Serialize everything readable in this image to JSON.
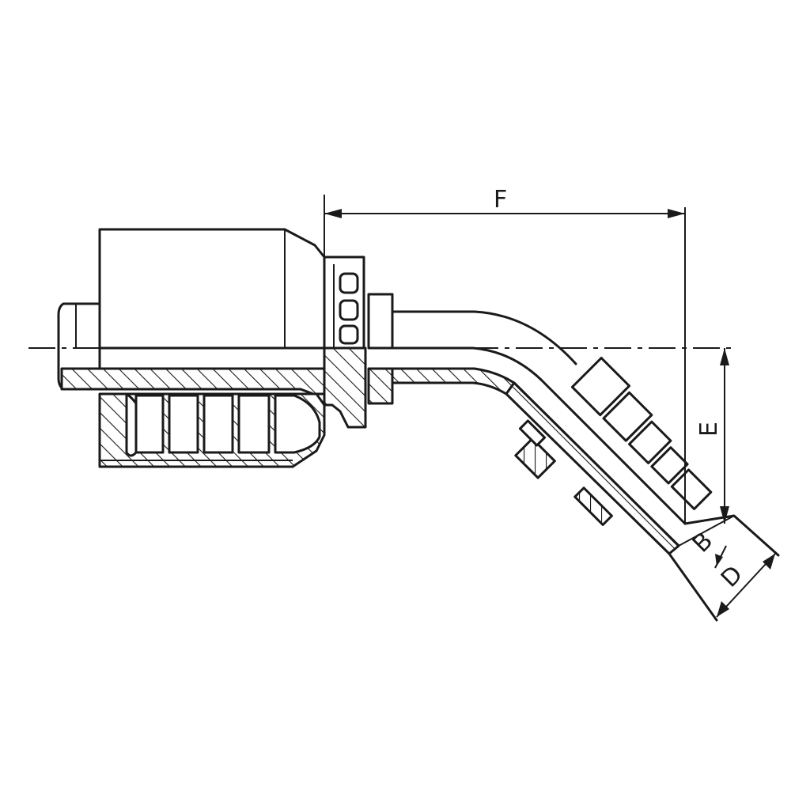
{
  "dimensions": {
    "F": "F",
    "E": "E",
    "B": "B",
    "D": "D"
  },
  "colors": {
    "line": "#1a1a1a",
    "background": "#ffffff"
  }
}
